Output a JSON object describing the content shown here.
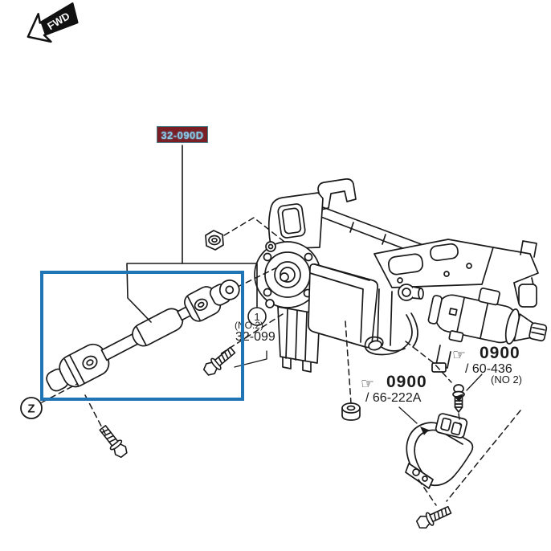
{
  "app": {
    "type": "parts-catalog-diagram",
    "background": "#ffffff",
    "line_color": "#1a1a1a"
  },
  "fwd_arrow": {
    "label": "FWD"
  },
  "selected_part": {
    "code": "32-090D",
    "highlight_bg": "#7a1e24",
    "highlight_fg": "#8ecbe8"
  },
  "highlight": {
    "box_color": "#1e74b5"
  },
  "callouts": {
    "one": {
      "symbol": "1",
      "note": "(NO.2)",
      "code": "32-099"
    },
    "z": {
      "symbol": "Z"
    }
  },
  "references": {
    "r60436": {
      "icon": "pointing-hand",
      "section": "0900",
      "code": "/ 60-436",
      "note": "(NO 2)"
    },
    "r66222a": {
      "icon": "pointing-hand",
      "section": "0900",
      "code": "/ 66-222A"
    }
  },
  "icons": {
    "pointing_hand": "☞"
  }
}
